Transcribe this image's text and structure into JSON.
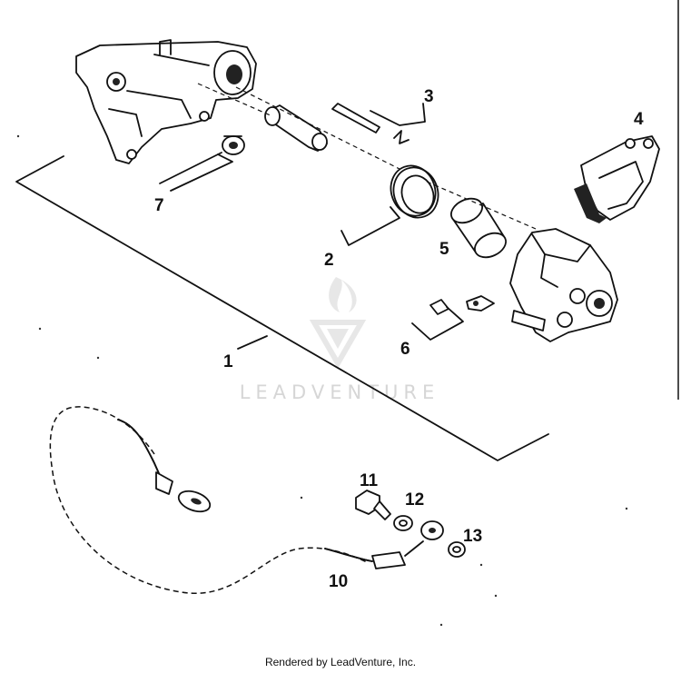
{
  "diagram": {
    "callouts": [
      {
        "id": "1",
        "label": "1"
      },
      {
        "id": "2",
        "label": "2"
      },
      {
        "id": "3",
        "label": "3"
      },
      {
        "id": "4",
        "label": "4"
      },
      {
        "id": "5",
        "label": "5"
      },
      {
        "id": "6",
        "label": "6"
      },
      {
        "id": "7",
        "label": "7"
      },
      {
        "id": "10",
        "label": "10"
      },
      {
        "id": "11",
        "label": "11"
      },
      {
        "id": "12",
        "label": "12"
      },
      {
        "id": "13",
        "label": "13"
      }
    ]
  },
  "watermark": {
    "text": "LEADVENTURE"
  },
  "footer": {
    "text": "Rendered by LeadVenture, Inc."
  }
}
